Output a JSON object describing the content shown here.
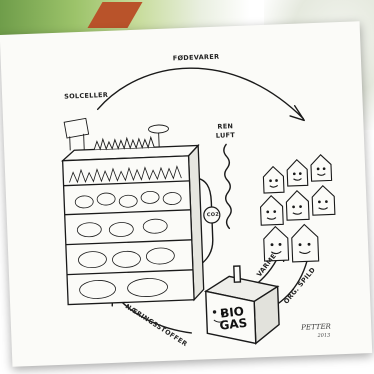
{
  "labels": {
    "solar": "SOLCELLER",
    "food": "FØDEVARER",
    "clean_air": "REN",
    "clean_air_2": "LUFT",
    "co2": "CO2",
    "biogas_1": "BIO",
    "biogas_2": "GAS",
    "heat": "VARME",
    "waste": "ORG. SPILD",
    "nutrients": "NÆRINGSSTOFFER",
    "signature": "PETTER",
    "signature_year": "2013"
  },
  "colors": {
    "ink": "#1a1a1a",
    "paper": "#fbfbf8",
    "leaf_green": "#7aa655",
    "stripe_orange": "#b9532a"
  }
}
